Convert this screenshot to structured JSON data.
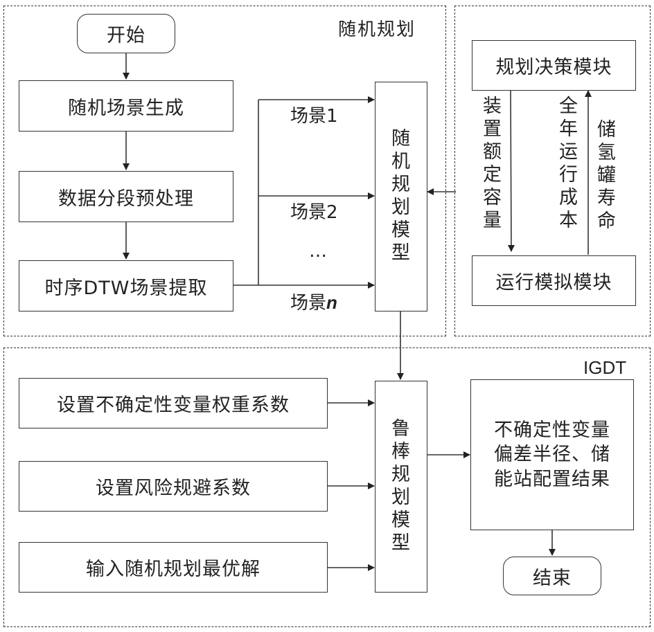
{
  "regions": {
    "stochastic": {
      "label": "随机规划"
    },
    "simulation": {
      "label": ""
    },
    "igdt": {
      "label": "IGDT"
    }
  },
  "flow": {
    "start": "开始",
    "scenario_gen": "随机场景生成",
    "preprocess": "数据分段预处理",
    "dtw_extract": "时序DTW场景提取",
    "scenario_labels": [
      "场景1",
      "场景2",
      "…",
      "场景"
    ],
    "scenario_n_suffix": "n",
    "stochastic_model": [
      "随",
      "机",
      "规",
      "划",
      "模",
      "型"
    ]
  },
  "loop": {
    "decision_module": "规划决策模块",
    "operation_module": "运行模拟模块",
    "down_label": [
      "装",
      "置",
      "额",
      "定",
      "容",
      "量"
    ],
    "up_label_cost": [
      "全",
      "年",
      "运",
      "行",
      "成",
      "本"
    ],
    "up_label_life": [
      "储",
      "氢",
      "罐",
      "寿",
      "命"
    ]
  },
  "robust": {
    "weight_coef": "设置不确定性变量权重系数",
    "risk_coef": "设置风险规避系数",
    "input_optimal": "输入随机规划最优解",
    "robust_model": [
      "鲁",
      "棒",
      "规",
      "划",
      "模",
      "型"
    ],
    "result": [
      "不确定性变量",
      "偏差半径、储",
      "能站配置结果"
    ],
    "end": "结束"
  }
}
